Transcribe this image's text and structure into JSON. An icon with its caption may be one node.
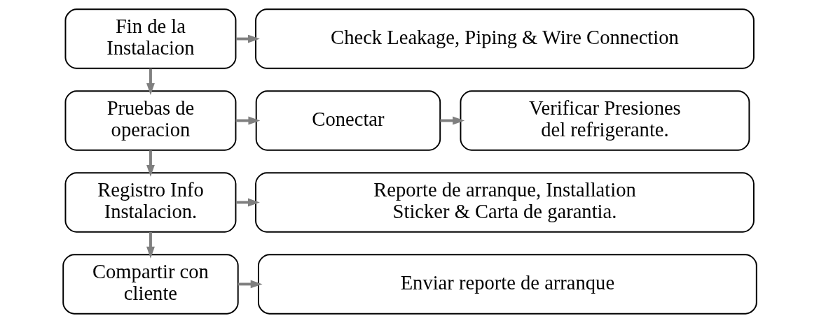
{
  "diagram": {
    "nodes": [
      {
        "text": [
          "Fin de la Instalacion"
        ]
      },
      {
        "text": [
          "Check Leakage, Piping & Wire Connection"
        ]
      },
      {
        "text": [
          "Pruebas de operacion"
        ]
      },
      {
        "text": [
          "Conectar"
        ]
      },
      {
        "text": [
          "Verificar Presiones del refrigerante."
        ]
      },
      {
        "text": [
          "Registro Info Instalacion."
        ]
      },
      {
        "text": [
          "Reporte de arranque, Installation Sticker & Carta de garantia."
        ]
      },
      {
        "text": [
          "Compartir con cliente"
        ]
      },
      {
        "text": [
          "Enviar reporte de arranque"
        ]
      }
    ],
    "edges": [
      {
        "from": 0,
        "to": 1,
        "arrow": "to"
      },
      {
        "from": 0,
        "to": 2,
        "arrow": "to"
      },
      {
        "from": 2,
        "to": 3,
        "arrow": "to"
      },
      {
        "from": 3,
        "to": 4,
        "arrow": "to"
      },
      {
        "from": 2,
        "to": 5,
        "arrow": "to"
      },
      {
        "from": 5,
        "to": 6,
        "arrow": "to"
      },
      {
        "from": 5,
        "to": 7,
        "arrow": "to"
      },
      {
        "from": 7,
        "to": 8,
        "arrow": "to"
      }
    ]
  }
}
